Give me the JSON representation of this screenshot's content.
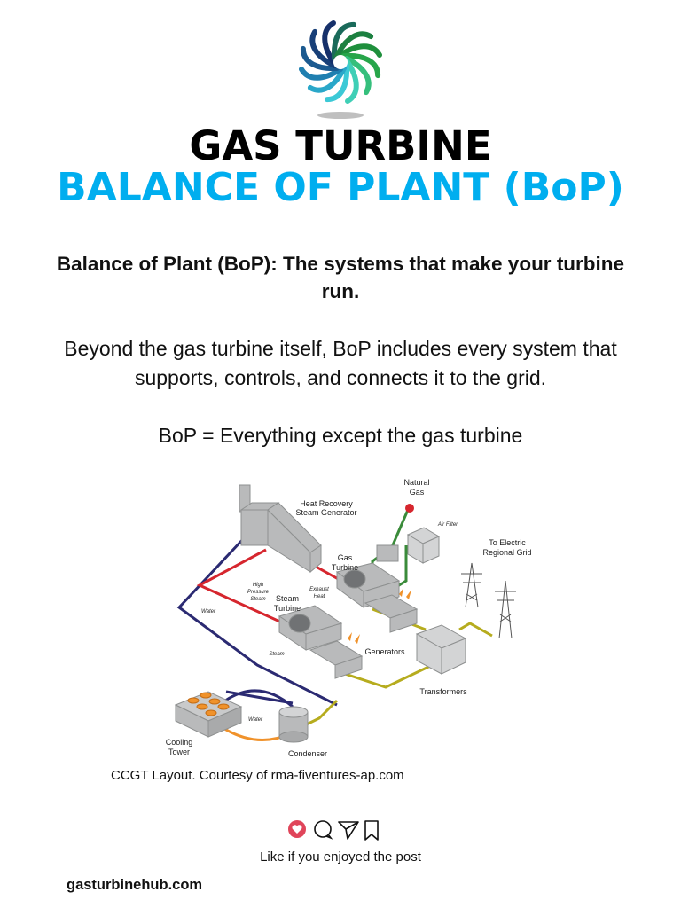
{
  "title_line1": "GAS TURBINE",
  "title_line2": "BALANCE OF PLANT (BoP)",
  "subheading": "Balance of Plant (BoP): The systems that make your turbine run.",
  "paragraph": "Beyond the gas turbine itself, BoP includes every system that supports, controls, and connects it to the grid.",
  "equation": "BoP = Everything except the gas turbine",
  "diagram": {
    "labels": {
      "hrsg_1": "Heat Recovery",
      "hrsg_2": "Steam Generator",
      "natural_gas_1": "Natural",
      "natural_gas_2": "Gas",
      "air_filter": "Air Filter",
      "grid_1": "To Electric",
      "grid_2": "Regional Grid",
      "gas_turbine_1": "Gas",
      "gas_turbine_2": "Turbine",
      "hp_steam_1": "High",
      "hp_steam_2": "Pressure",
      "hp_steam_3": "Steam",
      "exhaust_1": "Exhaust",
      "exhaust_2": "Heat",
      "steam_turbine_1": "Steam",
      "steam_turbine_2": "Turbine",
      "water_left": "Water",
      "steam": "Steam",
      "generators": "Generators",
      "transformers": "Transformers",
      "water_bottom": "Water",
      "cooling_1": "Cooling",
      "cooling_2": "Tower",
      "condenser": "Condenser"
    },
    "colors": {
      "water_line": "#2b2a72",
      "steam_line": "#d6262e",
      "electric_line": "#b6ac1e",
      "gas_line": "#3a8b3a",
      "cooling_line": "#f0922b",
      "equipment": "#b9babb"
    }
  },
  "caption": "CCGT Layout. Courtesy of rma-fiventures-ap.com",
  "social": {
    "icons": [
      "heart-icon",
      "comment-icon",
      "share-icon",
      "bookmark-icon"
    ],
    "heart_color": "#e0455a"
  },
  "like_text": "Like if you enjoyed the post",
  "website": "gasturbinehub.com"
}
